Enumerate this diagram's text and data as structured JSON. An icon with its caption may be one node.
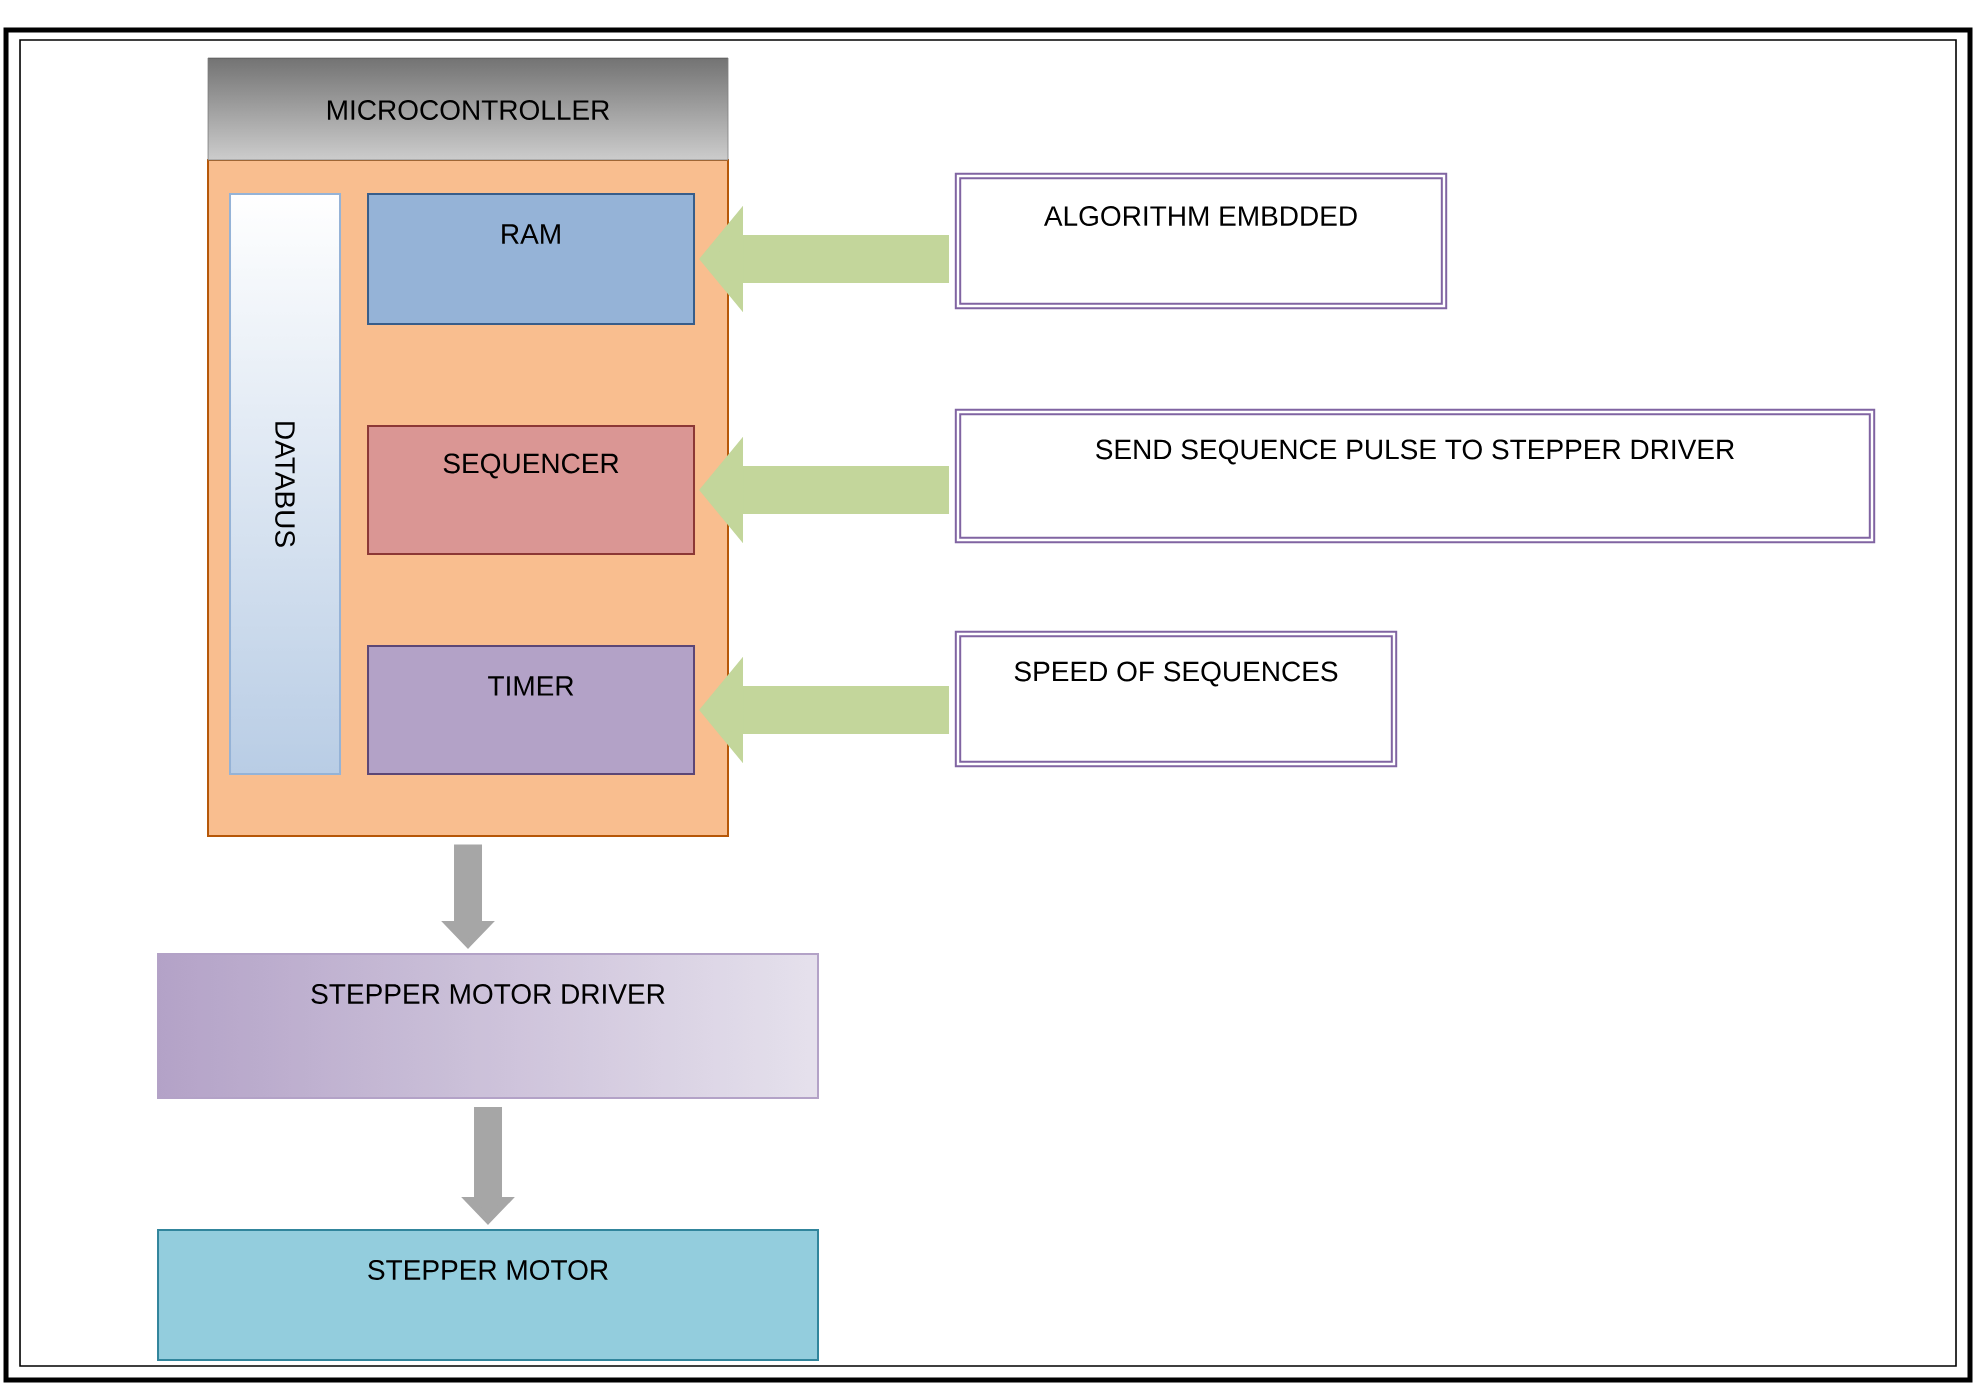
{
  "diagram": {
    "nodes": [
      {
        "text": [
          "MICROCONTROLLER"
        ]
      },
      {
        "text": [
          "DATABUS"
        ],
        "in": 0
      },
      {
        "text": [
          "RAM"
        ],
        "in": 0
      },
      {
        "text": [
          "SEQUENCER"
        ],
        "in": 0
      },
      {
        "text": [
          "TIMER"
        ],
        "in": 0
      },
      {
        "text": [
          "ALGORITHM EMBDDED"
        ]
      },
      {
        "text": [
          "SEND SEQUENCE PULSE TO STEPPER DRIVER"
        ]
      },
      {
        "text": [
          "SPEED OF SEQUENCES"
        ]
      },
      {
        "text": [
          "STEPPER MOTOR DRIVER"
        ]
      },
      {
        "text": [
          "STEPPER MOTOR"
        ]
      }
    ],
    "edges": [
      {
        "from": 5,
        "to": 2,
        "arrow": "to"
      },
      {
        "from": 6,
        "to": 3,
        "arrow": "to"
      },
      {
        "from": 7,
        "to": 4,
        "arrow": "to"
      },
      {
        "from": 0,
        "to": 8,
        "arrow": "to",
        "color": "#a6a6a6"
      },
      {
        "from": 8,
        "to": 9,
        "arrow": "to",
        "color": "#a6a6a6"
      }
    ]
  }
}
